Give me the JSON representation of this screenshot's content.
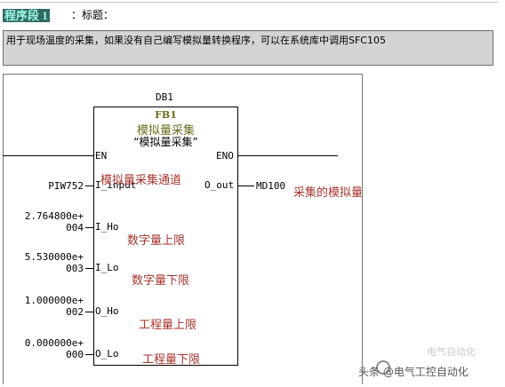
{
  "header": {
    "network_label": "程序段 1",
    "title_label": "：标题："
  },
  "comment": "用于现场温度的采集，如果没有自己编写模拟量转换程序，可以在系统库中调用SFC105",
  "block": {
    "instance_db": "DB1",
    "fb_name": "FB1",
    "fb_title": "模拟量采集",
    "fb_comment": "“模拟量采集”",
    "en": "EN",
    "eno": "ENO"
  },
  "inputs": [
    {
      "param_line1": "PIW752",
      "param_line2": "",
      "pin": "I_input",
      "note": "模拟量采集通道"
    },
    {
      "param_line1": "2.764800e+",
      "param_line2": "004",
      "pin": "I_Ho",
      "note": "数字量上限"
    },
    {
      "param_line1": "5.530000e+",
      "param_line2": "003",
      "pin": "I_Lo",
      "note": "数字量下限"
    },
    {
      "param_line1": "1.000000e+",
      "param_line2": "002",
      "pin": "O_Ho",
      "note": "工程量上限"
    },
    {
      "param_line1": "0.000000e+",
      "param_line2": "000",
      "pin": "O_Lo",
      "note": "工程量下限"
    }
  ],
  "output": {
    "pin": "O_out",
    "param": "MD100",
    "note": "采集的模拟量"
  },
  "watermark": {
    "text": "头条 @电气工控自动化",
    "faint": "电气自动化"
  }
}
